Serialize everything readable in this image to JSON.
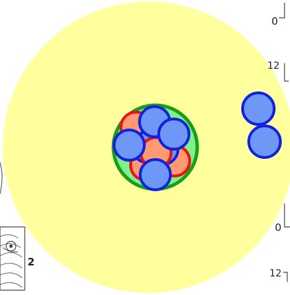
{
  "colors": {
    "background": "#ffffff",
    "cloud_fill": "#ffff9e",
    "nucleus_ring": "#1a9e1a",
    "nucleus_fill": "#7ef08c",
    "proton_fill": "#ff9a73",
    "proton_stroke": "#ee1111",
    "neutron_fill": "#6f97f7",
    "neutron_stroke": "#1122dd",
    "ink": "#333333"
  },
  "particles": {
    "nucleus_protons": 4,
    "nucleus_neutrons": 5,
    "outer_neutrons": 2
  },
  "edge_labels": {
    "top_zero": "0",
    "upper_twelve": "12",
    "lower_zero": "0",
    "bottom_twelve": "12",
    "left_two": "2"
  }
}
